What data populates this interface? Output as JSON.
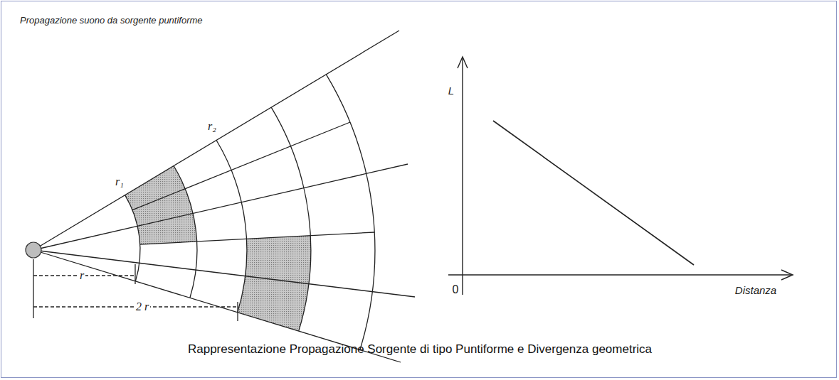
{
  "diagram": {
    "title": "Propagazione suono da sorgente puntiforme",
    "caption": "Rappresentazione Propagazione Sorgente di tipo Puntiforme e Divergenza geometrica",
    "labels": [
      "r₁",
      "r₂",
      "r",
      "2 r",
      "L",
      "0",
      "Distanza"
    ]
  }
}
